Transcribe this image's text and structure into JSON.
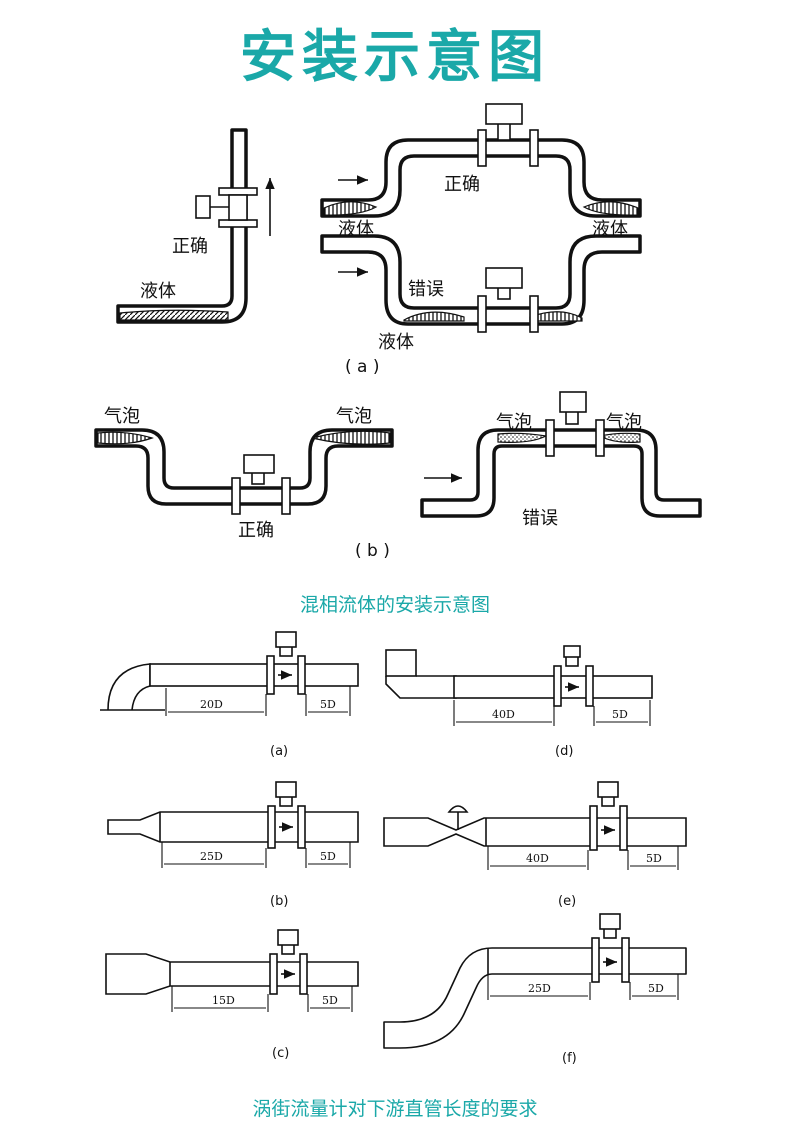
{
  "title": "安装示意图",
  "section1": {
    "caption": "混相流体的安装示意图",
    "a": {
      "label": "( a )",
      "left_correct": "正确",
      "left_liquid": "液体",
      "top_correct": "正确",
      "top_liquid_left": "液体",
      "top_liquid_right": "液体",
      "bottom_wrong": "错误",
      "bottom_liquid": "液体"
    },
    "b": {
      "label": "( b )",
      "left_gas_1": "气泡",
      "left_gas_2": "气泡",
      "left_correct": "正确",
      "right_gas_1": "气泡",
      "right_gas_2": "气泡",
      "right_wrong": "错误"
    }
  },
  "section2": {
    "caption": "涡街流量计对下游直管长度的要求",
    "diagrams": [
      {
        "label": "(a)",
        "upstream": "20D",
        "downstream": "5D"
      },
      {
        "label": "(d)",
        "upstream": "40D",
        "downstream": "5D"
      },
      {
        "label": "(b)",
        "upstream": "25D",
        "downstream": "5D"
      },
      {
        "label": "(e)",
        "upstream": "40D",
        "downstream": "5D"
      },
      {
        "label": "(c)",
        "upstream": "15D",
        "downstream": "5D"
      },
      {
        "label": "(f)",
        "upstream": "25D",
        "downstream": "5D"
      }
    ]
  },
  "colors": {
    "accent": "#1aa8a8",
    "ink": "#111111"
  }
}
